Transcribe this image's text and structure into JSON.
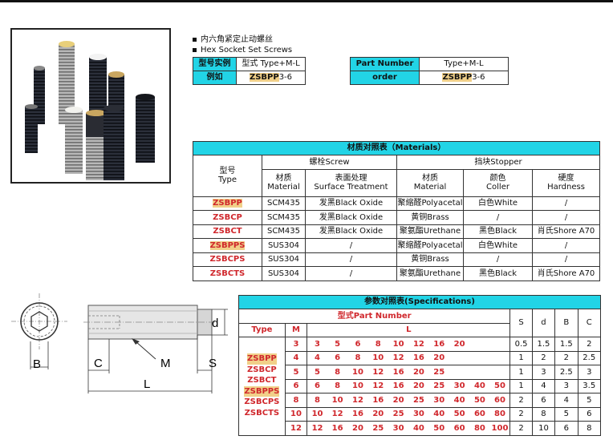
{
  "bullets": [
    "内六角紧定止动螺丝",
    "Hex Socket Set Screws"
  ],
  "example_cn": {
    "r1": [
      "型号实例",
      "型式  Type+M-L"
    ],
    "r2_label": "例如",
    "r2_code": "ZSBPP",
    "r2_rest": "3-6"
  },
  "example_en": {
    "r1": [
      "Part Number",
      "Type+M-L"
    ],
    "r2_label": "order",
    "r2_code": "ZSBPP",
    "r2_rest": "3-6"
  },
  "materials": {
    "title": "材质对照表（Materials）",
    "type_header": [
      "型号",
      "Type"
    ],
    "screw_header": "螺栓Screw",
    "stopper_header": "挡块Stopper",
    "sub_headers": [
      [
        "材质",
        "Material"
      ],
      [
        "表面处理",
        "Surface Treatment"
      ],
      [
        "材质",
        "Material"
      ],
      [
        "颜色",
        "Coller"
      ],
      [
        "硬度",
        "Hardness"
      ]
    ],
    "rows": [
      {
        "type": "ZSBPP",
        "hl": true,
        "cells": [
          "SCM435",
          "发黑Black Oxide",
          "聚缩醛Polyacetal",
          "白色White",
          "/"
        ]
      },
      {
        "type": "ZSBCP",
        "hl": false,
        "cells": [
          "SCM435",
          "发黑Black Oxide",
          "黄铜Brass",
          "/",
          "/"
        ]
      },
      {
        "type": "ZSBCT",
        "hl": false,
        "cells": [
          "SCM435",
          "发黑Black Oxide",
          "聚氨酯Urethane",
          "黑色Black",
          "肖氏Shore A70"
        ]
      },
      {
        "type": "ZSBPPS",
        "hl": true,
        "cells": [
          "SUS304",
          "/",
          "聚缩醛Polyacetal",
          "白色White",
          "/"
        ]
      },
      {
        "type": "ZSBCPS",
        "hl": false,
        "cells": [
          "SUS304",
          "/",
          "黄铜Brass",
          "/",
          "/"
        ]
      },
      {
        "type": "ZSBCTS",
        "hl": false,
        "cells": [
          "SUS304",
          "/",
          "聚氨酯Urethane",
          "黑色Black",
          "肖氏Shore A70"
        ]
      }
    ]
  },
  "spec": {
    "title": "参数对照表(Specifications)",
    "model_header": "型式Part Number",
    "col_type": "Type",
    "col_m": "M",
    "col_l": "L",
    "col_extra": [
      "S",
      "d",
      "B",
      "C"
    ],
    "types": [
      "ZSBPP",
      "ZSBCP",
      "ZSBCT",
      "ZSBPPS",
      "ZSBCPS",
      "ZSBCTS"
    ],
    "type_hl": [
      true,
      false,
      false,
      true,
      false,
      false
    ],
    "rows": [
      {
        "m": "3",
        "l": [
          "3",
          "5",
          "6",
          "8",
          "10",
          "12",
          "16",
          "20",
          "",
          ""
        ],
        "x": [
          "0.5",
          "1.5",
          "1.5",
          "2"
        ]
      },
      {
        "m": "4",
        "l": [
          "4",
          "6",
          "8",
          "10",
          "12",
          "16",
          "20",
          "",
          "",
          ""
        ],
        "x": [
          "1",
          "2",
          "2",
          "2.5"
        ]
      },
      {
        "m": "5",
        "l": [
          "5",
          "8",
          "10",
          "12",
          "16",
          "20",
          "25",
          "",
          "",
          ""
        ],
        "x": [
          "1",
          "3",
          "2.5",
          "3"
        ]
      },
      {
        "m": "6",
        "l": [
          "6",
          "8",
          "10",
          "12",
          "16",
          "20",
          "25",
          "30",
          "40",
          "50"
        ],
        "x": [
          "1",
          "4",
          "3",
          "3.5"
        ]
      },
      {
        "m": "8",
        "l": [
          "8",
          "10",
          "12",
          "16",
          "20",
          "25",
          "30",
          "40",
          "50",
          "60"
        ],
        "x": [
          "2",
          "6",
          "4",
          "5"
        ]
      },
      {
        "m": "10",
        "l": [
          "10",
          "12",
          "16",
          "20",
          "25",
          "30",
          "40",
          "50",
          "60",
          "80"
        ],
        "x": [
          "2",
          "8",
          "5",
          "6"
        ]
      },
      {
        "m": "12",
        "l": [
          "12",
          "16",
          "20",
          "25",
          "30",
          "40",
          "50",
          "60",
          "80",
          "100"
        ],
        "x": [
          "2",
          "10",
          "6",
          "8"
        ]
      }
    ]
  },
  "diagram_labels": {
    "B": "B",
    "C": "C",
    "M": "M",
    "S": "S",
    "L": "L",
    "d": "d"
  },
  "colors": {
    "accent": "#22d4e6",
    "code_red": "#d0272c",
    "code_orange": "#e58a1c"
  }
}
